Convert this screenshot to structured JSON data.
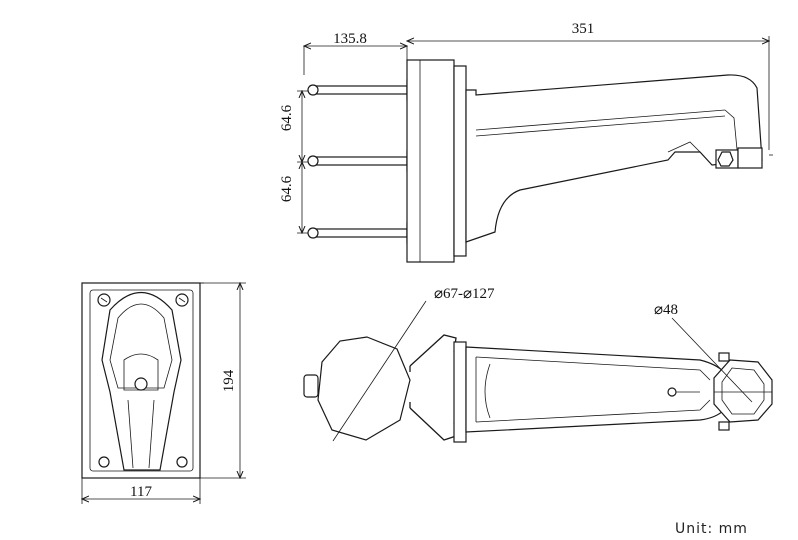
{
  "dimensions": {
    "wall_offset": "135.8",
    "arm_length": "351",
    "hole_spacing_upper": "64.6",
    "hole_spacing_lower": "64.6",
    "base_height": "194",
    "base_width": "117",
    "pole_diameter": "⌀67-⌀127",
    "mount_diameter": "⌀48"
  },
  "unit_label": "Unit:  mm"
}
